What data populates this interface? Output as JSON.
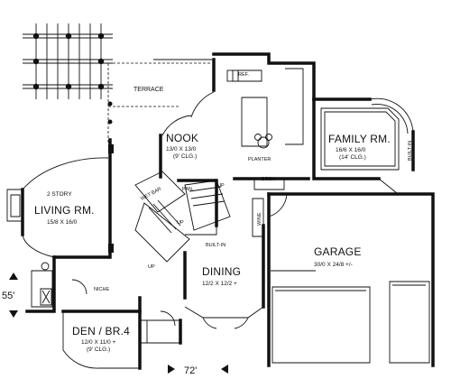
{
  "plan": {
    "labels": {
      "terrace": "TERRACE",
      "ref": "REF.",
      "nook": "NOOK",
      "nook_dim": "13/0 X 13/0",
      "nook_clg": "(9' CLG.)",
      "planter": "PLANTER",
      "family": "FAMILY RM.",
      "family_dim": "16/6 X 16/0",
      "family_clg": "(14' CLG.)",
      "built_in_right": "BUILT-IN",
      "desk": "DESK",
      "wine": "WINE",
      "two_story": "2 STORY",
      "living": "LIVING RM.",
      "living_dim": "15/8 X 16/0",
      "wet_bar": "WET BAR",
      "pan": "PAN.",
      "up_1": "UP",
      "up_2": "UP",
      "up_3": "UP",
      "built_in_center": "BUILT-IN",
      "garage": "GARAGE",
      "garage_dim": "30/0 X 24/8 +/-",
      "dining": "DINING",
      "dining_dim": "12/2 X 12/2 +",
      "niche": "NICHE",
      "den": "DEN / BR.4",
      "den_dim": "12/0 X 11/0 +",
      "den_clg": "(9' CLG.)"
    },
    "dimensions": {
      "depth": "55'",
      "width": "72'"
    }
  }
}
